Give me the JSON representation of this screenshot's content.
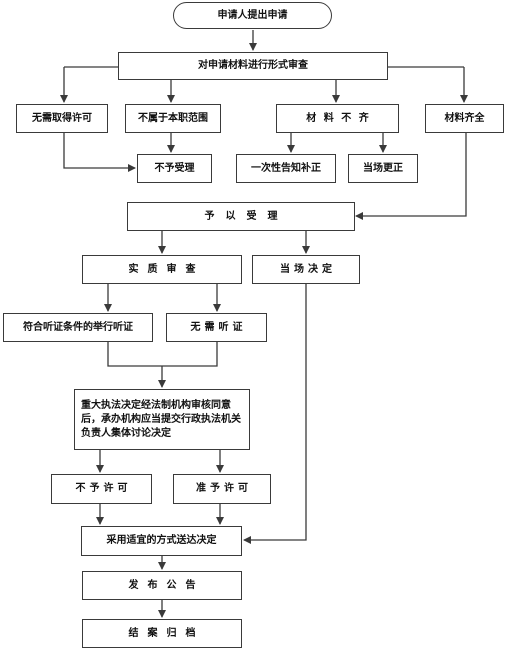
{
  "flow": {
    "start": "申请人提出申请",
    "formal_review": "对申请材料进行形式审查",
    "no_permit_needed": "无需取得许可",
    "out_of_scope": "不属于本职范围",
    "incomplete": "材 料 不 齐",
    "complete": "材料齐全",
    "reject": "不予受理",
    "notify_once": "一次性告知补正",
    "correct_onsite": "当场更正",
    "accept": "予以受理",
    "substantive_review": "实质审查",
    "onsite_decision": "当场决定",
    "hearing": "符合听证条件的举行听证",
    "no_hearing": "无需听证",
    "major_decision": "重大执法决定经法制机构审核同意后，承办机构应当提交行政执法机关负责人集体讨论决定",
    "deny": "不予许可",
    "grant": "准予许可",
    "deliver": "采用适宜的方式送达决定",
    "publish": "发布公告",
    "archive": "结案归档"
  }
}
